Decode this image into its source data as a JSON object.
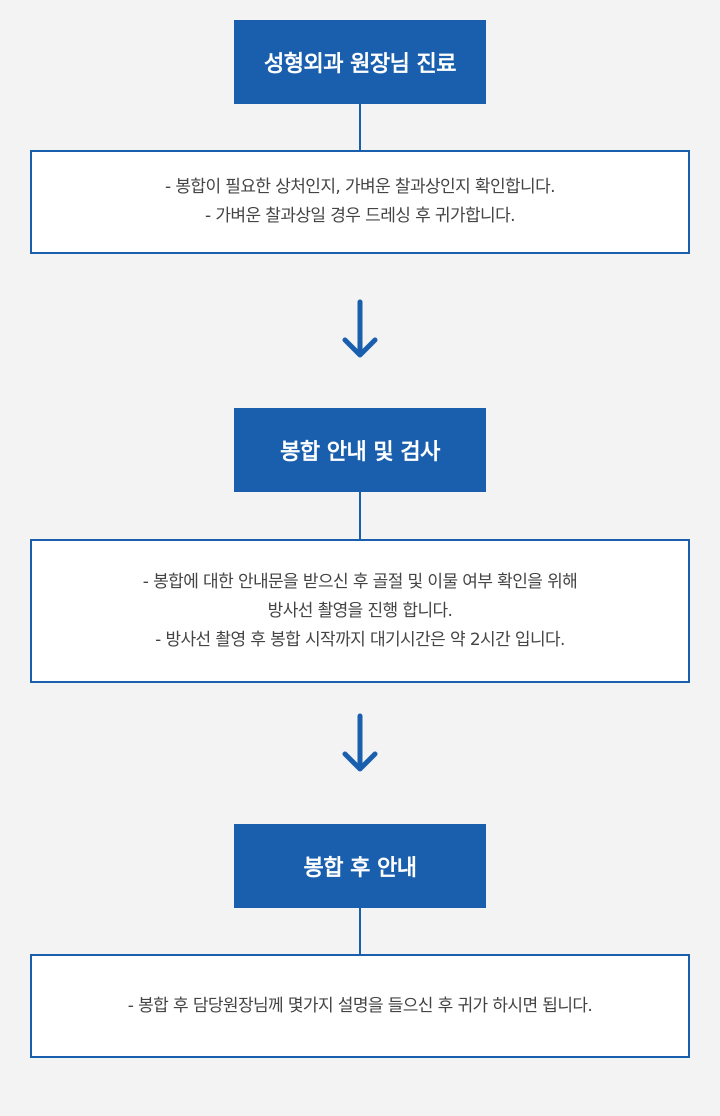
{
  "steps": [
    {
      "title": "성형외과 원장님 진료",
      "lines": [
        "- 봉합이 필요한 상처인지, 가벼운 찰과상인지 확인합니다.",
        "- 가벼운 찰과상일 경우 드레싱 후 귀가합니다."
      ]
    },
    {
      "title": "봉합 안내 및 검사",
      "lines": [
        "- 봉합에 대한 안내문을 받으신 후 골절 및 이물 여부 확인을 위해",
        "방사선 촬영을 진행 합니다.",
        "- 방사선 촬영 후 봉합 시작까지 대기시간은 약 2시간 입니다."
      ]
    },
    {
      "title": "봉합 후 안내",
      "lines": [
        "- 봉합 후 담당원장님께 몇가지 설명을 들으신 후 귀가 하시면 됩니다."
      ]
    }
  ],
  "colors": {
    "accent": "#1a5fae",
    "background": "#f3f3f3",
    "text": "#444444"
  },
  "icons": [
    "arrow-down-icon",
    "arrow-down-icon"
  ]
}
